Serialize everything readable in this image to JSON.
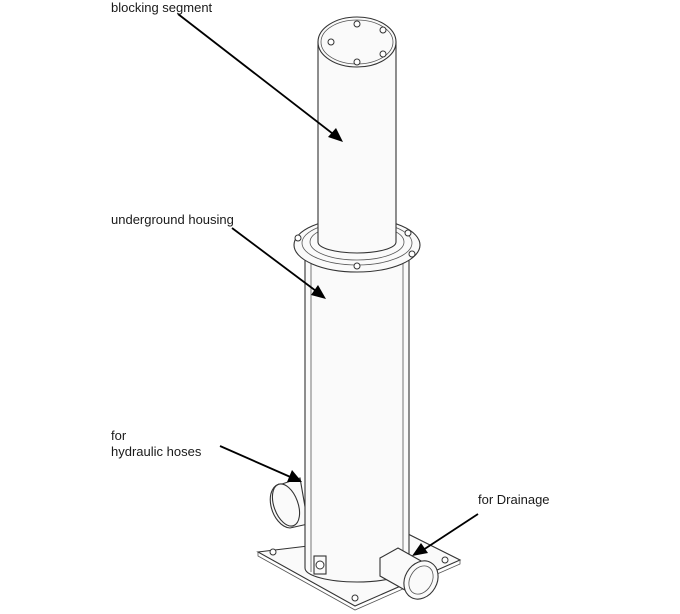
{
  "labels": {
    "blocking_segment": "blocking segment",
    "underground_housing": "underground housing",
    "hydraulic_line1": "for",
    "hydraulic_line2": "hydraulic hoses",
    "drainage": "for Drainage"
  },
  "colors": {
    "line": "#333333",
    "arrow": "#000000",
    "background": "#ffffff"
  }
}
